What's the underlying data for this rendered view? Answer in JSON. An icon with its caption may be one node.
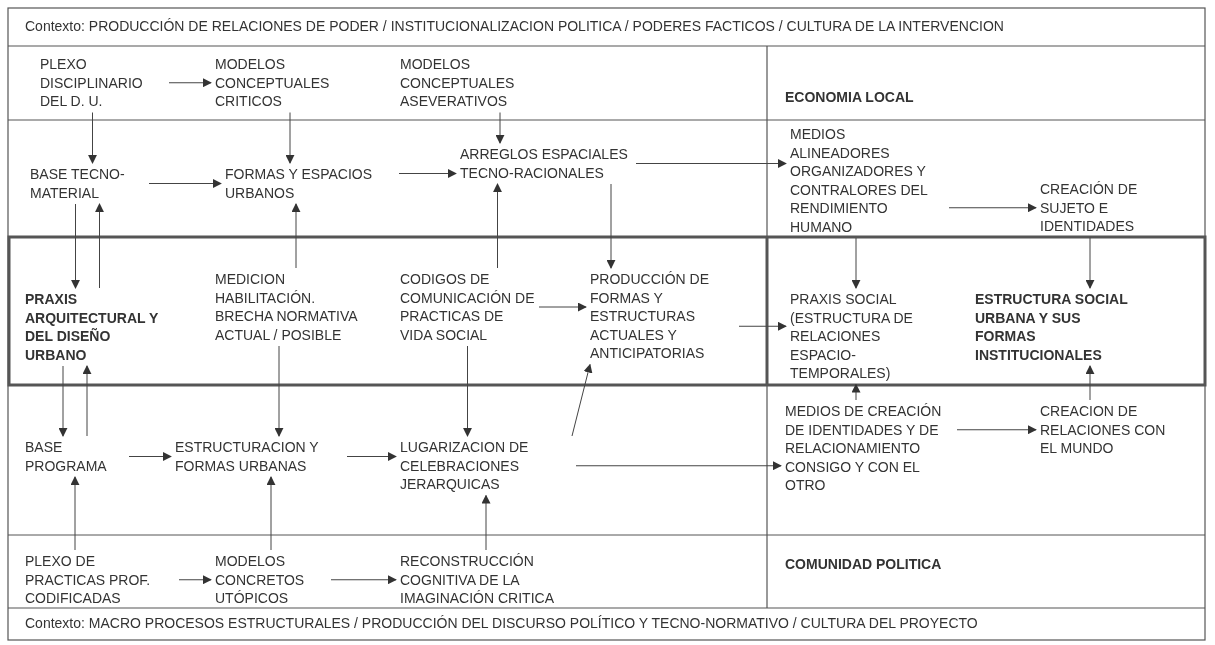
{
  "diagram": {
    "nodes": [
      {
        "text": [
          "PLEXO DISCIPLINARIO DEL D. U."
        ]
      },
      {
        "text": [
          "MODELOS CONCEPTUALES CRITICOS"
        ]
      },
      {
        "text": [
          "MODELOS CONCEPTUALES ASEVERATIVOS"
        ]
      },
      {
        "text": [
          "ECONOMIA LOCAL"
        ]
      },
      {
        "text": [
          "BASE TECNO-MATERIAL"
        ]
      },
      {
        "text": [
          "FORMAS Y ESPACIOS URBANOS"
        ]
      },
      {
        "text": [
          "ARREGLOS ESPACIALES TECNO-RACIONALES"
        ]
      },
      {
        "text": [
          "MEDIOS ALINEADORES ORGANIZADORES Y CONTRALORES DEL RENDIMIENTO HUMANO"
        ]
      },
      {
        "text": [
          "CREACIÓN DE SUJETO E IDENTIDADES"
        ]
      },
      {
        "text": [
          "PRAXIS ARQUITECTURAL Y DEL DISEÑO URBANO"
        ]
      },
      {
        "text": [
          "MEDICION HABILITACIÓN. BRECHA NORMATIVA ACTUAL / POSIBLE"
        ]
      },
      {
        "text": [
          "CODIGOS DE COMUNICACIÓN DE PRACTICAS DE VIDA SOCIAL"
        ]
      },
      {
        "text": [
          "PRODUCCIÓN DE FORMAS Y ESTRUCTURAS ACTUALES Y ANTICIPATORIAS"
        ]
      },
      {
        "text": [
          "PRAXIS SOCIAL (ESTRUCTURA DE RELACIONES ESPACIO-TEMPORALES)"
        ]
      },
      {
        "text": [
          "ESTRUCTURA SOCIAL URBANA Y SUS FORMAS INSTITUCIONALES"
        ]
      },
      {
        "text": [
          "BASE PROGRAMA"
        ]
      },
      {
        "text": [
          "ESTRUCTURACION Y FORMAS URBANAS"
        ]
      },
      {
        "text": [
          "LUGARIZACION DE CELEBRACIONES JERARQUICAS"
        ]
      },
      {
        "text": [
          "MEDIOS DE CREACIÓN DE IDENTIDADES Y DE RELACIONAMIENTO CONSIGO Y CON EL OTRO"
        ]
      },
      {
        "text": [
          "CREACION DE RELACIONES CON EL MUNDO"
        ]
      },
      {
        "text": [
          "PLEXO DE PRACTICAS PROF. CODIFICADAS"
        ]
      },
      {
        "text": [
          "MODELOS CONCRETOS UTÓPICOS"
        ]
      },
      {
        "text": [
          "RECONSTRUCCIÓN COGNITIVA DE LA IMAGINACIÓN CRITICA"
        ]
      },
      {
        "text": [
          "COMUNIDAD POLITICA"
        ]
      }
    ],
    "edges": [
      {
        "from": 0,
        "to": 1,
        "arrow": "to"
      },
      {
        "from": 0,
        "to": 4,
        "arrow": "to"
      },
      {
        "from": 1,
        "to": 5,
        "arrow": "to"
      },
      {
        "from": 2,
        "to": 6,
        "arrow": "to"
      },
      {
        "from": 4,
        "to": 5,
        "arrow": "to"
      },
      {
        "from": 5,
        "to": 6,
        "arrow": "to"
      },
      {
        "from": 6,
        "to": 7,
        "arrow": "to"
      },
      {
        "from": 7,
        "to": 8,
        "arrow": "to"
      },
      {
        "from": 4,
        "to": 9,
        "arrow": "to"
      },
      {
        "from": 9,
        "to": 4,
        "arrow": "to"
      },
      {
        "from": 10,
        "to": 5,
        "arrow": "to"
      },
      {
        "from": 11,
        "to": 6,
        "arrow": "to"
      },
      {
        "from": 6,
        "to": 12,
        "arrow": "to"
      },
      {
        "from": 7,
        "to": 13,
        "arrow": "to"
      },
      {
        "from": 8,
        "to": 14,
        "arrow": "to"
      },
      {
        "from": 11,
        "to": 12,
        "arrow": "to"
      },
      {
        "from": 12,
        "to": 13,
        "arrow": "to"
      },
      {
        "from": 15,
        "to": 9,
        "arrow": "to"
      },
      {
        "from": 9,
        "to": 15,
        "arrow": "to"
      },
      {
        "from": 10,
        "to": 16,
        "arrow": "to"
      },
      {
        "from": 11,
        "to": 17,
        "arrow": "to"
      },
      {
        "from": 17,
        "to": 12,
        "arrow": "to"
      },
      {
        "from": 18,
        "to": 13,
        "arrow": "to"
      },
      {
        "from": 19,
        "to": 14,
        "arrow": "to"
      },
      {
        "from": 15,
        "to": 16,
        "arrow": "to"
      },
      {
        "from": 16,
        "to": 17,
        "arrow": "to"
      },
      {
        "from": 17,
        "to": 18,
        "arrow": "to"
      },
      {
        "from": 18,
        "to": 19,
        "arrow": "to"
      },
      {
        "from": 20,
        "to": 15,
        "arrow": "to"
      },
      {
        "from": 21,
        "to": 16,
        "arrow": "to"
      },
      {
        "from": 22,
        "to": 17,
        "arrow": "to"
      },
      {
        "from": 20,
        "to": 21,
        "arrow": "to"
      },
      {
        "from": 21,
        "to": 22,
        "arrow": "to"
      }
    ],
    "labels": [
      "Contexto: PRODUCCIÓN DE RELACIONES DE PODER / INSTITUCIONALIZACION POLITICA / PODERES FACTICOS / CULTURA DE LA INTERVENCION",
      "Contexto: MACRO PROCESOS ESTRUCTURALES / PRODUCCIÓN DEL DISCURSO POLÍTICO Y TECNO-NORMATIVO / CULTURA DEL PROYECTO"
    ]
  }
}
